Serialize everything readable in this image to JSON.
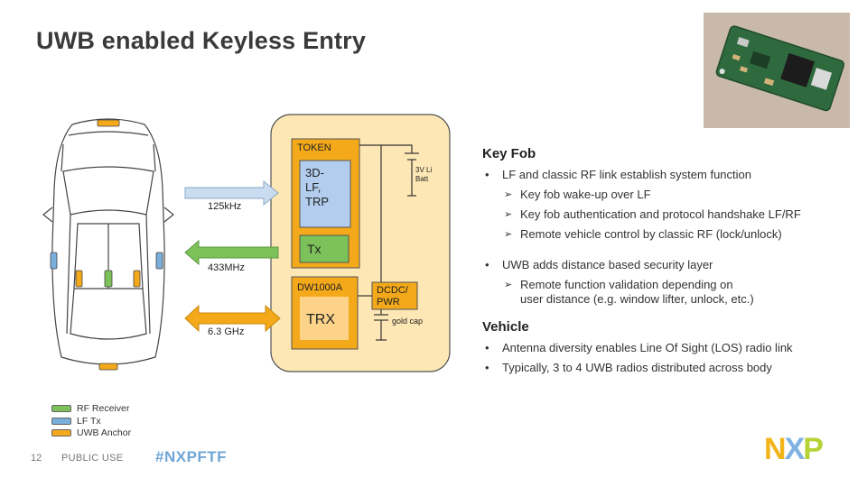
{
  "slide": {
    "title": "UWB enabled Keyless Entry",
    "page_number": "12",
    "classification": "PUBLIC USE",
    "hashtag": "#NXPFTF",
    "logo_text": "NXP"
  },
  "diagram": {
    "token_label": "TOKEN",
    "lf_block": [
      "3D-",
      "LF,",
      "TRP"
    ],
    "tx_label": "Tx",
    "battery_label": [
      "3V Li",
      "Batt"
    ],
    "dw_label": "DW1000A",
    "trx_label": "TRX",
    "dcdc_label": [
      "DCDC/",
      "PWR"
    ],
    "cap_label": "gold cap",
    "links": [
      {
        "label": "125kHz",
        "color": "#c9dcf0"
      },
      {
        "label": "433MHz",
        "color": "#7cc15a"
      },
      {
        "label": "6.3 GHz",
        "color": "#f3a91a"
      }
    ]
  },
  "legend": [
    {
      "label": "RF Receiver",
      "color": "#7cc15a"
    },
    {
      "label": "LF Tx",
      "color": "#7aaedb"
    },
    {
      "label": "UWB Anchor",
      "color": "#f3a91a"
    }
  ],
  "colors": {
    "panel_fill": "#fde7b4",
    "panel_stroke": "#555555",
    "orange": "#f3a91a",
    "light_orange": "#fdd38a",
    "blue_block": "#b3cdee",
    "green_block": "#7cc15a"
  },
  "key_fob": {
    "heading": "Key Fob",
    "bullet1": "LF and classic RF link establish system function",
    "sub1": "Key fob wake-up over LF",
    "sub2": "Key fob authentication and protocol handshake LF/RF",
    "sub3": "Remote vehicle control by classic RF (lock/unlock)",
    "bullet2": "UWB adds distance based security layer",
    "sub4_line1": "Remote function validation depending on",
    "sub4_line2": "user distance (e.g. window lifter, unlock, etc.)"
  },
  "vehicle": {
    "heading": "Vehicle",
    "bullet1": "Antenna diversity enables Line Of Sight (LOS) radio link",
    "bullet2": "Typically, 3 to 4 UWB radios distributed across body"
  },
  "icons": {
    "bullet": "•",
    "sub_bullet": "➢"
  }
}
